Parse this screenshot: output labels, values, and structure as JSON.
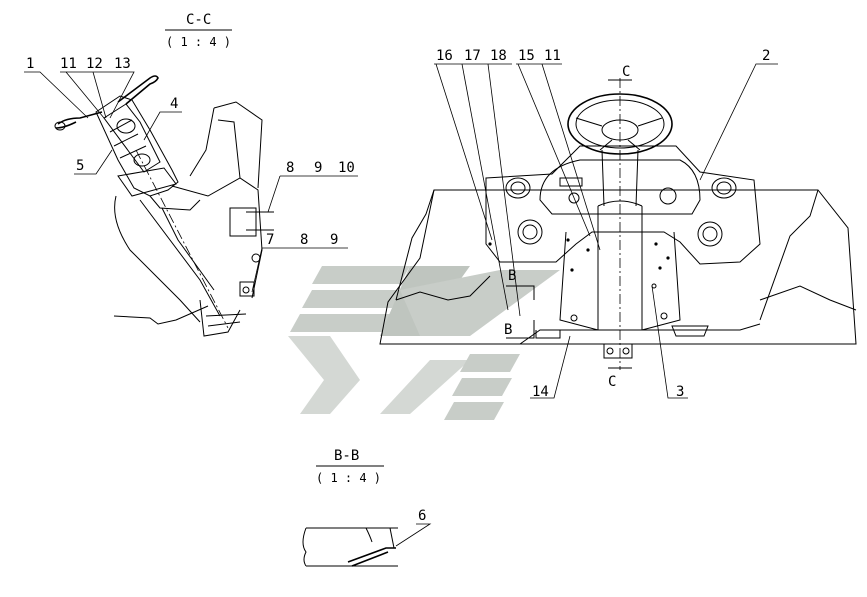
{
  "views": {
    "cc": {
      "title": "C-C",
      "scale": "( 1 : 4 )"
    },
    "bb": {
      "title": "B-B",
      "scale": "( 1 : 4 )"
    },
    "main": {
      "section_c": "C",
      "section_b": "B"
    }
  },
  "callouts": {
    "c1": "1",
    "c11a": "11",
    "c12": "12",
    "c13": "13",
    "c4": "4",
    "c5": "5",
    "c8a": "8",
    "c9a": "9",
    "c10": "10",
    "c7": "7",
    "c8b": "8",
    "c9b": "9",
    "c16": "16",
    "c17": "17",
    "c18": "18",
    "c15": "15",
    "c11b": "11",
    "c2": "2",
    "c14": "14",
    "c3": "3",
    "c6": "6"
  },
  "colors": {
    "line": "#000000",
    "watermark": "#c8cdc8",
    "background": "#ffffff"
  }
}
